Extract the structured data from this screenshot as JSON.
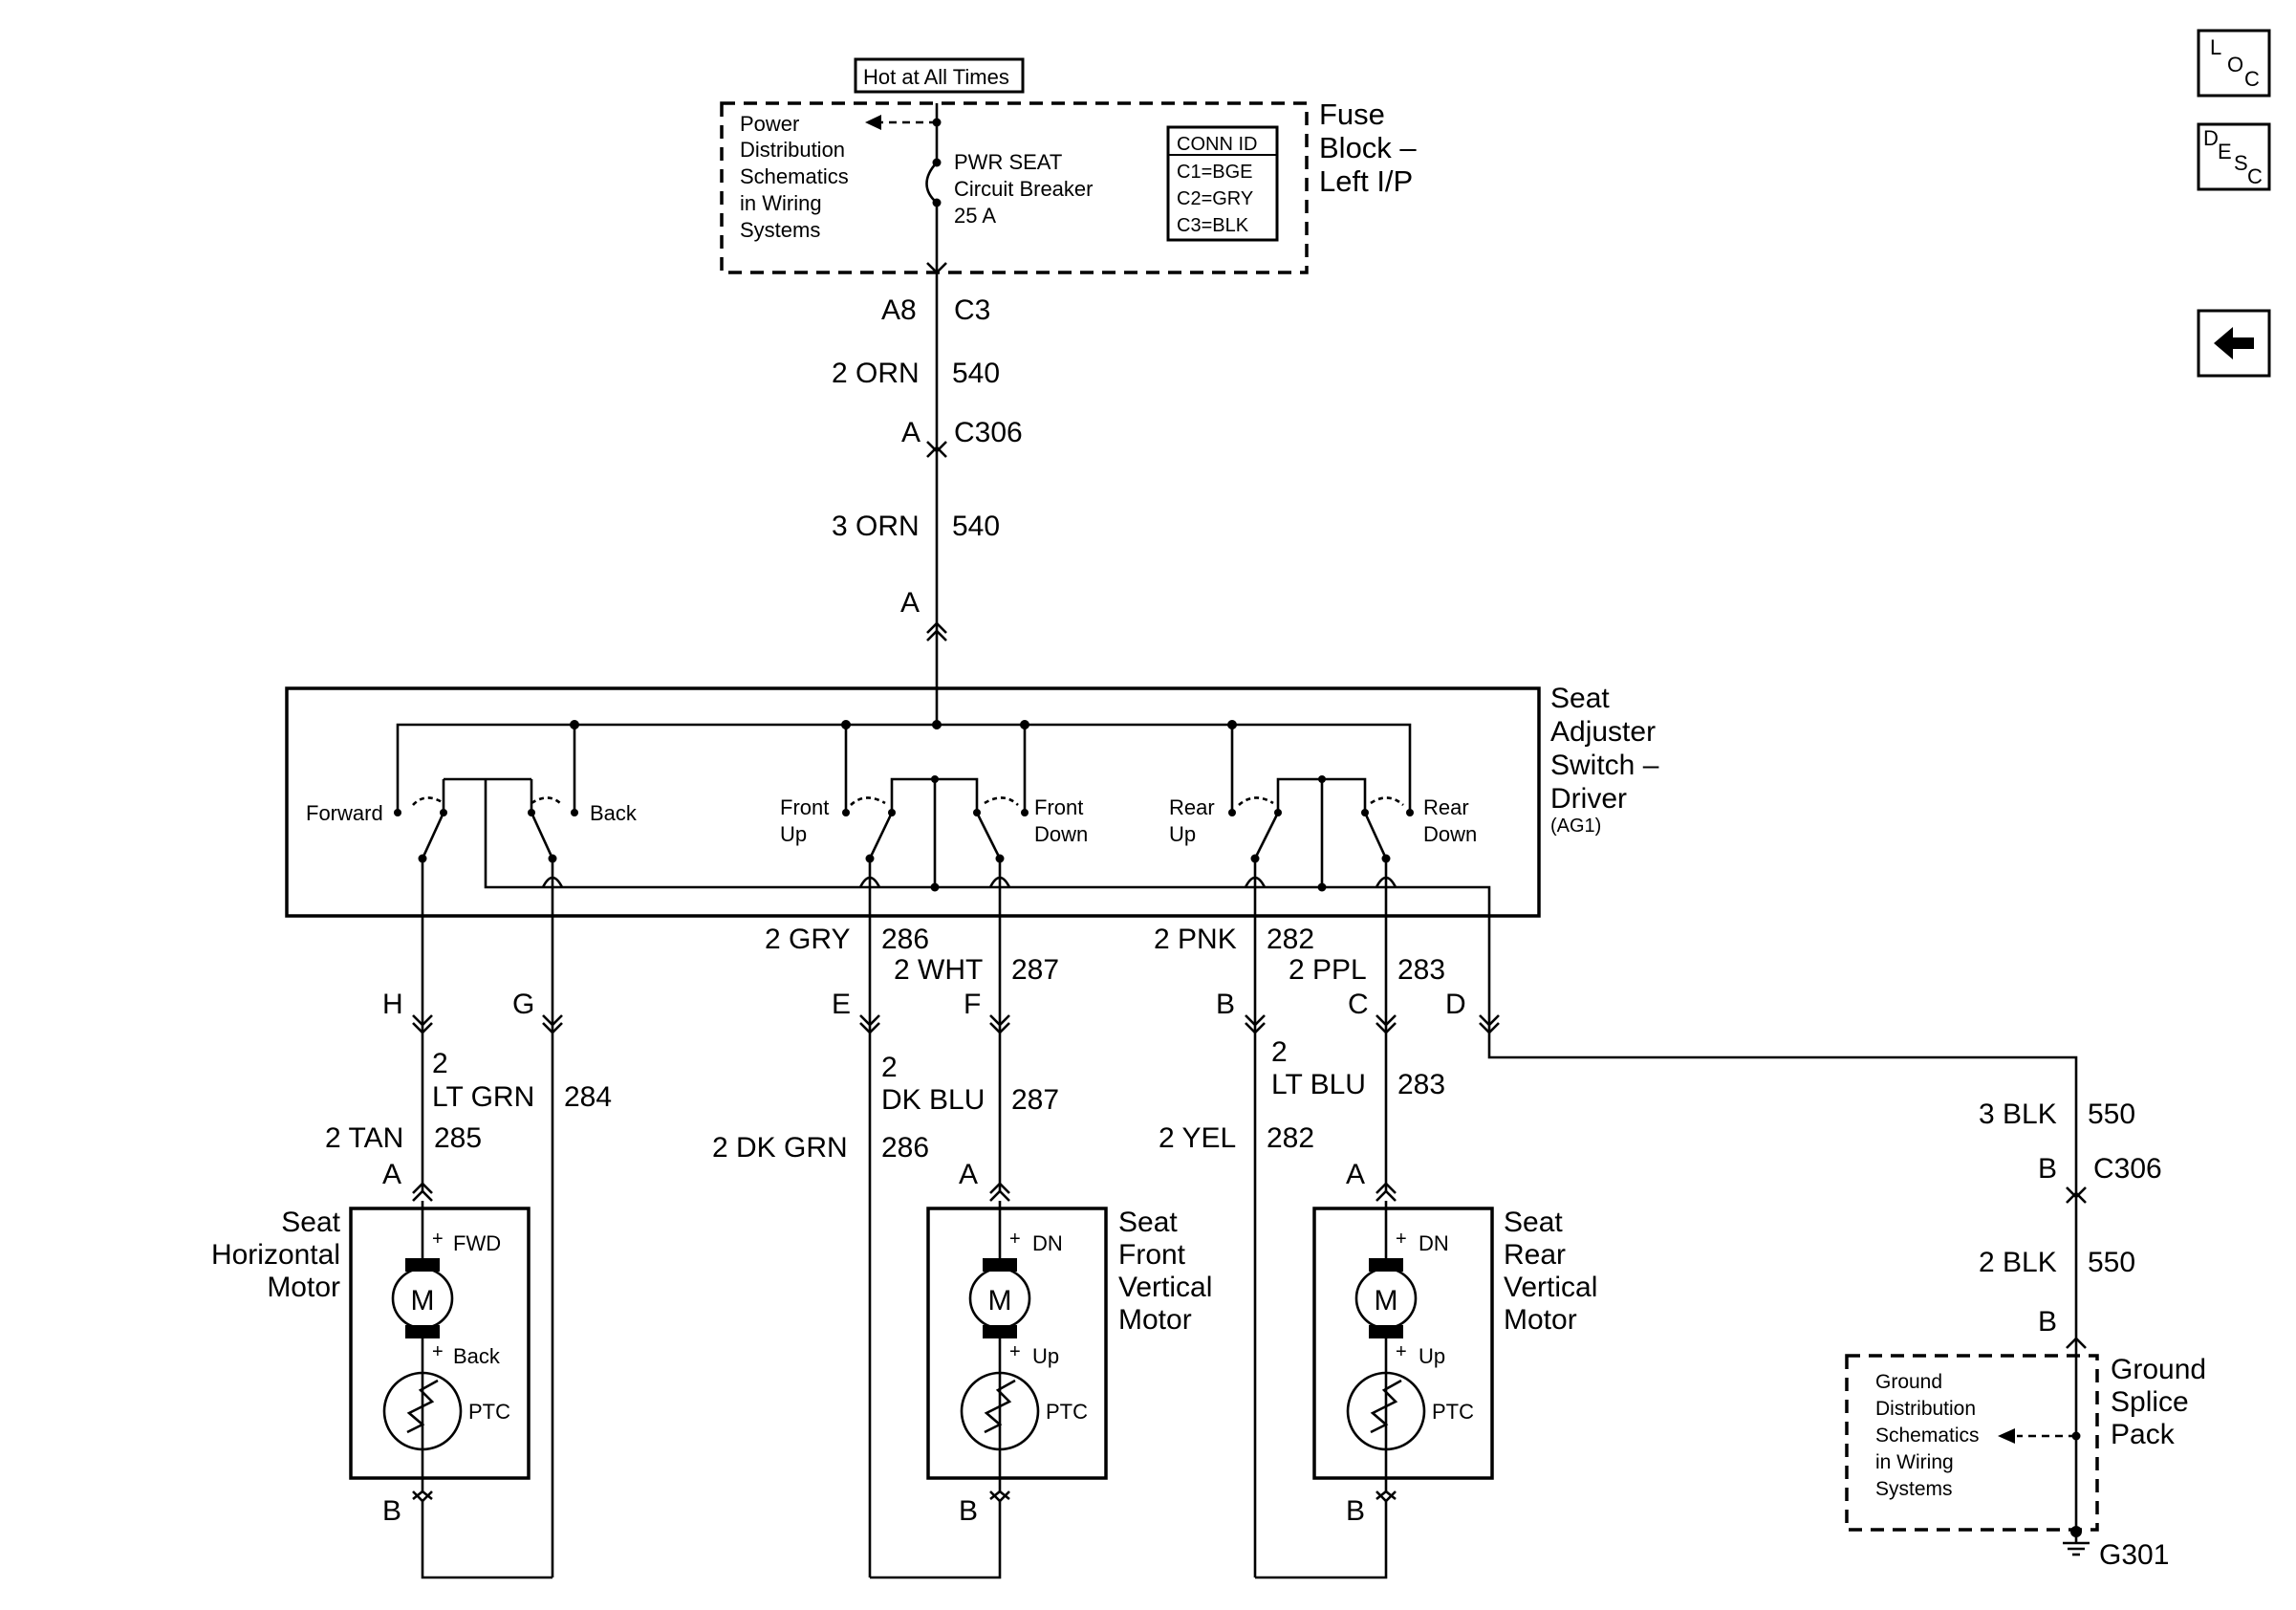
{
  "nav": {
    "loc": {
      "l": "L",
      "o": "O",
      "c": "C"
    },
    "desc": {
      "d": "D",
      "e": "E",
      "s": "S",
      "c": "C"
    },
    "back_glyph": "🡐"
  },
  "fuse": {
    "hot_label": "Hot at All Times",
    "title": [
      "Fuse",
      "Block –",
      "Left I/P"
    ],
    "power_ref": [
      "Power",
      "Distribution",
      "Schematics",
      "in Wiring",
      "Systems"
    ],
    "breaker": [
      "PWR SEAT",
      "Circuit Breaker",
      "25 A"
    ],
    "conn_id": [
      "CONN ID",
      "C1=BGE",
      "C2=GRY",
      "C3=BLK"
    ]
  },
  "top_circuit": {
    "pin": "A8",
    "conn": "C3",
    "w1_gauge": "2 ORN",
    "w1_ckt": "540",
    "c306_pin": "A",
    "c306": "C306",
    "w2_gauge": "3 ORN",
    "w2_ckt": "540",
    "switch_pin": "A"
  },
  "switch": {
    "title": [
      "Seat",
      "Adjuster",
      "Switch –",
      "Driver"
    ],
    "sub": "(AG1)",
    "forward": "Forward",
    "back": "Back",
    "front_up": [
      "Front",
      "Up"
    ],
    "front_down": [
      "Front",
      "Down"
    ],
    "rear_up": [
      "Rear",
      "Up"
    ],
    "rear_down": [
      "Rear",
      "Down"
    ]
  },
  "wires": {
    "gry": [
      "2 GRY",
      "286"
    ],
    "wht": [
      "2 WHT",
      "287"
    ],
    "pnk": [
      "2 PNK",
      "282"
    ],
    "ppl": [
      "2 PPL",
      "283"
    ],
    "pins": {
      "h": "H",
      "g": "G",
      "e": "E",
      "f": "F",
      "b": "B",
      "c": "C",
      "d": "D"
    },
    "ltgrn": [
      "2",
      "LT GRN",
      "284"
    ],
    "tan": [
      "2 TAN",
      "285"
    ],
    "dkblu": [
      "2",
      "DK BLU",
      "287"
    ],
    "dkgrn": [
      "2 DK GRN",
      "286"
    ],
    "ltblu": [
      "2",
      "LT BLU",
      "283"
    ],
    "yel": [
      "2 YEL",
      "282"
    ],
    "blk3": [
      "3 BLK",
      "550"
    ],
    "c306_pin": "B",
    "c306": "C306",
    "blk2": [
      "2 BLK",
      "550"
    ],
    "gnd_pin": "B"
  },
  "motors": {
    "horizontal": {
      "title": [
        "Seat",
        "Horizontal",
        "Motor"
      ],
      "top": "FWD",
      "bot": "Back",
      "pin_a": "A",
      "pin_b": "B"
    },
    "front": {
      "title": [
        "Seat",
        "Front",
        "Vertical",
        "Motor"
      ],
      "top": "DN",
      "bot": "Up",
      "pin_a": "A",
      "pin_b": "B"
    },
    "rear": {
      "title": [
        "Seat",
        "Rear",
        "Vertical",
        "Motor"
      ],
      "top": "DN",
      "bot": "Up",
      "pin_a": "A",
      "pin_b": "B"
    },
    "m": "M",
    "ptc": "PTC",
    "plus": "+"
  },
  "ground": {
    "title": [
      "Ground",
      "Splice",
      "Pack"
    ],
    "ref": [
      "Ground",
      "Distribution",
      "Schematics",
      "in Wiring",
      "Systems"
    ],
    "g": "G301"
  }
}
